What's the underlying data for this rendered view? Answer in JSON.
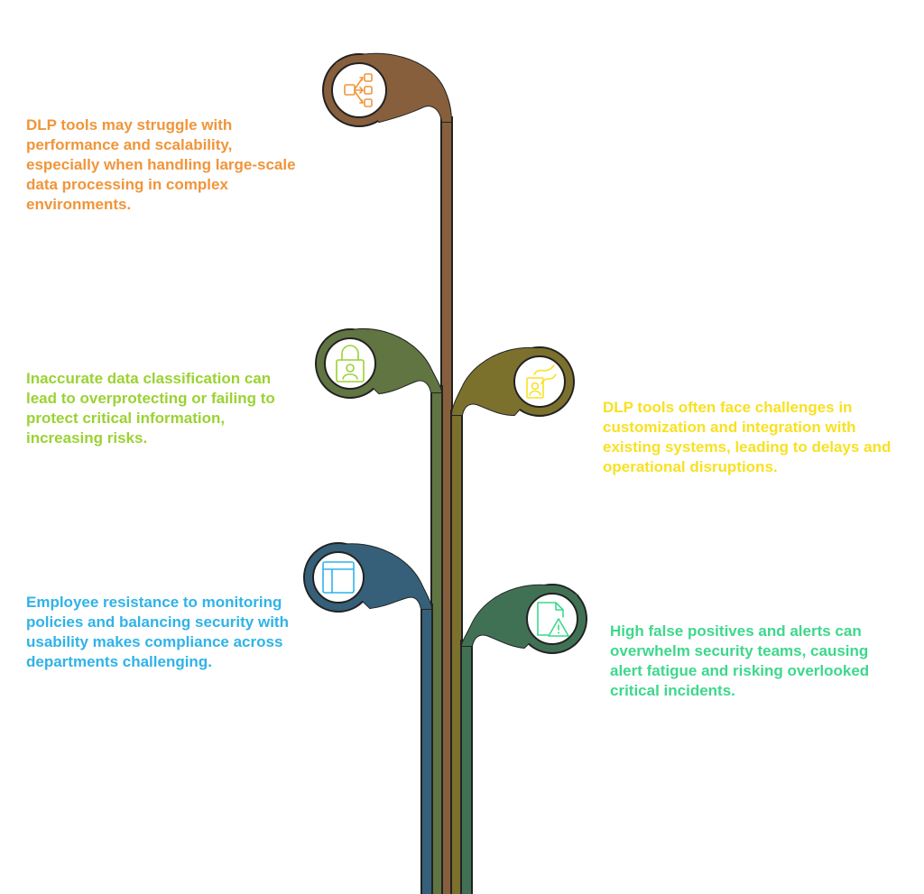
{
  "colors": {
    "orange": "#f0953a",
    "lime": "#9bd233",
    "yellow": "#f8e122",
    "blue": "#2fb3e8",
    "green": "#3dd88c",
    "stem_brown": "#875f3d",
    "stem_olive": "#607542",
    "stem_ochre": "#7c702d",
    "stem_teal": "#366079",
    "stem_green": "#417154",
    "outline": "#222222"
  },
  "branches": [
    {
      "id": "performance",
      "stem_color": "stem_brown",
      "accent": "orange",
      "icon": "process-flow-icon",
      "text": "DLP tools may struggle with performance and scalability, especially when handling large-scale data processing in complex environments."
    },
    {
      "id": "classification",
      "stem_color": "stem_olive",
      "accent": "lime",
      "icon": "padlock-user-icon",
      "text": "Inaccurate data classification can lead to overprotecting or failing to protect critical information, increasing risks."
    },
    {
      "id": "integration",
      "stem_color": "stem_ochre",
      "accent": "yellow",
      "icon": "id-card-wave-icon",
      "text": "DLP tools often face challenges in customization and integration with existing systems, leading to delays and operational disruptions."
    },
    {
      "id": "resistance",
      "stem_color": "stem_teal",
      "accent": "blue",
      "icon": "browser-layout-icon",
      "text": "Employee resistance to monitoring policies and balancing security with usability makes compliance across departments challenging."
    },
    {
      "id": "false-positives",
      "stem_color": "stem_green",
      "accent": "green",
      "icon": "document-warning-icon",
      "text": "High false positives and alerts can overwhelm security teams, causing alert fatigue and risking overlooked critical incidents."
    }
  ]
}
